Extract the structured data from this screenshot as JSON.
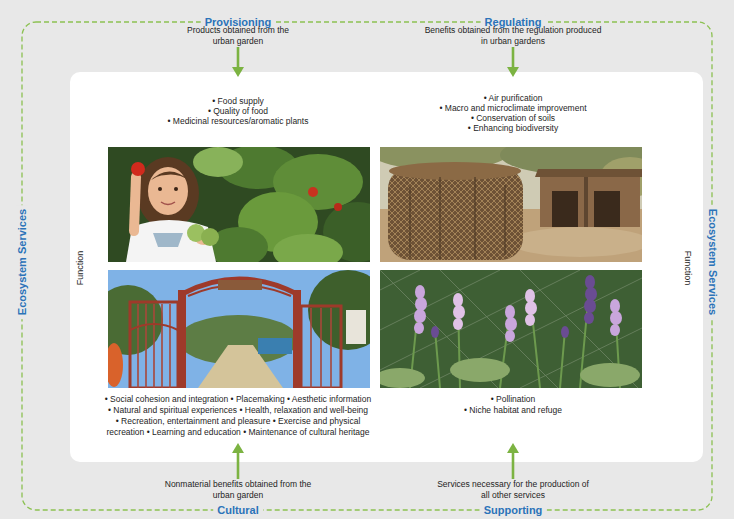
{
  "diagram": {
    "nodes": [
      {
        "text": [
          "Provisioning",
          "Regulating",
          "Products obtained from the urban garden",
          "Benefits obtained from the regulation produced in urban gardens",
          "Ecosystem Services",
          "Ecosystem Services",
          "Nonmaterial benefits obtained from the urban garden",
          "Services necessary for the production of all other services",
          "Cultural",
          "Supporting"
        ]
      },
      {
        "text": [
          "• Food supply",
          "• Quality of food",
          "• Medicinal resources/aromatic plants",
          "• Air purification",
          "• Macro and microclimate improvement",
          "• Conservation of soils",
          "• Enhancing biodiversity",
          "Function",
          "Function",
          "• Social cohesion and integration • Placemaking • Aesthetic information",
          "• Natural and spiritual experiences • Health, relaxation and well-being",
          "• Recreation, entertainment and pleasure • Exercise and physical",
          "recreation • Learning and education • Maintenance of cultural heritage",
          "• Pollination",
          "• Niche habitat and refuge"
        ],
        "in": 0
      }
    ]
  }
}
